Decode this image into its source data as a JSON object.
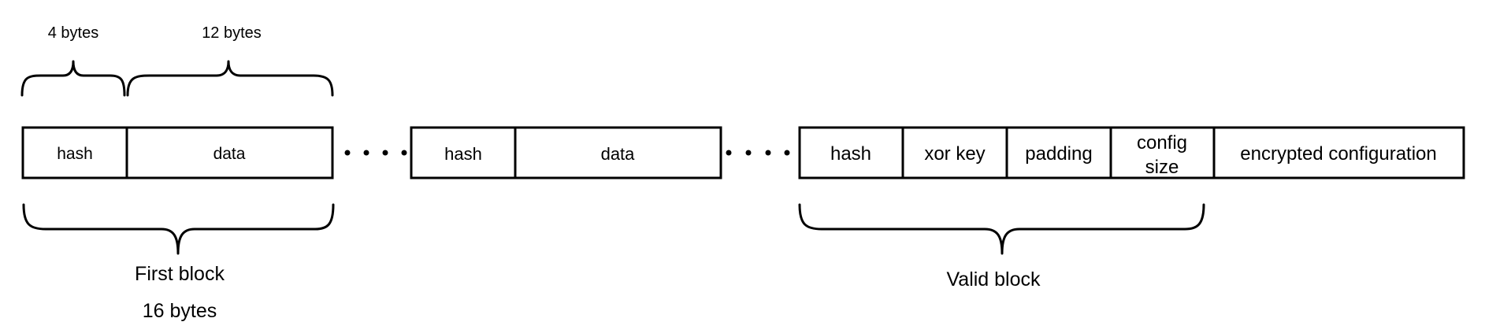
{
  "annotations": {
    "top_left_size": "4 bytes",
    "top_right_size": "12 bytes",
    "first_block_label": "First block",
    "first_block_size": "16 bytes",
    "valid_block_label": "Valid block"
  },
  "row1": {
    "field1": "hash",
    "field2": "data"
  },
  "row2": {
    "field1": "hash",
    "field2": "data"
  },
  "row3": {
    "field1": "hash",
    "field2": "xor key",
    "field3": "padding",
    "field4_line1": "config",
    "field4_line2": "size",
    "field5": "encrypted configuration"
  }
}
